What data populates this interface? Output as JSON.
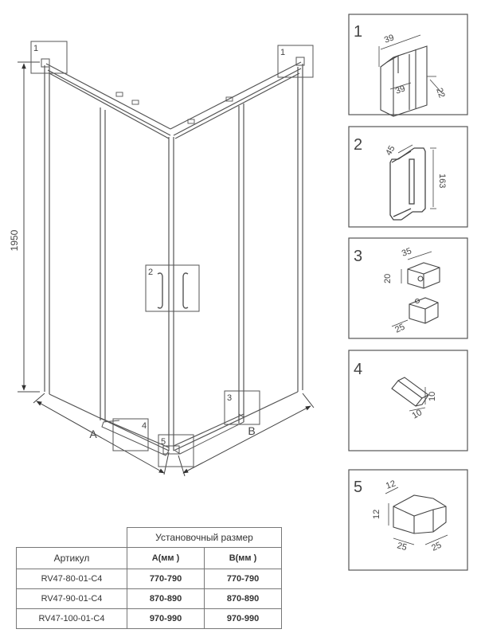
{
  "main_view": {
    "height_label": "1950",
    "label_a": "A",
    "label_b": "B",
    "callouts": [
      "1",
      "1",
      "2",
      "3",
      "4",
      "5"
    ]
  },
  "details": [
    {
      "number": "1",
      "dims": [
        "39",
        "39",
        "22"
      ]
    },
    {
      "number": "2",
      "dims": [
        "45",
        "163"
      ]
    },
    {
      "number": "3",
      "dims": [
        "35",
        "20",
        "25"
      ]
    },
    {
      "number": "4",
      "dims": [
        "10",
        "10"
      ]
    },
    {
      "number": "5",
      "dims": [
        "12",
        "12",
        "25",
        "25"
      ]
    }
  ],
  "table": {
    "caption": "Установочный размер",
    "columns": [
      "Артикул",
      "A(мм )",
      "B(мм )"
    ],
    "rows": [
      [
        "RV47-80-01-C4",
        "770-790",
        "770-790"
      ],
      [
        "RV47-90-01-C4",
        "870-890",
        "870-890"
      ],
      [
        "RV47-100-01-C4",
        "970-990",
        "970-990"
      ]
    ]
  }
}
